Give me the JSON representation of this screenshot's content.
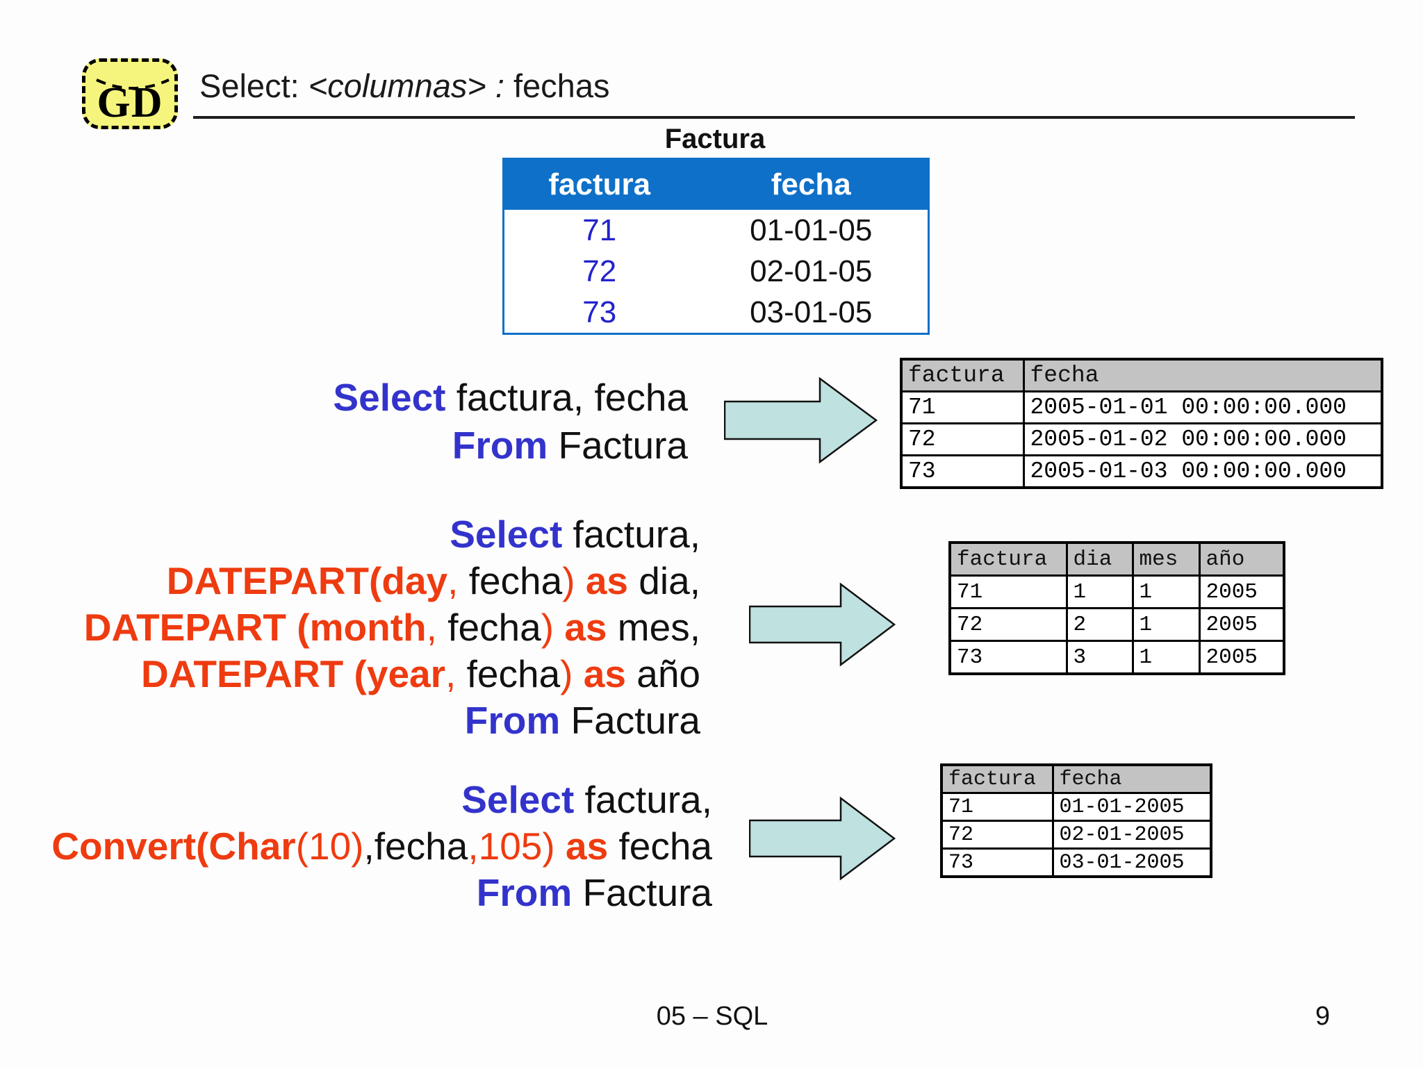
{
  "slide": {
    "logo_text": "GD",
    "title": {
      "prefix": "Select: ",
      "italic": "<columnas> :",
      "suffix": " fechas"
    }
  },
  "source_table": {
    "title": "Factura",
    "columns": [
      "factura",
      "fecha"
    ],
    "rows": [
      [
        "71",
        "01-01-05"
      ],
      [
        "72",
        "02-01-05"
      ],
      [
        "73",
        "03-01-05"
      ]
    ]
  },
  "examples": [
    {
      "sql": [
        [
          [
            "Select",
            "kb"
          ],
          [
            " factura, fecha",
            "pl"
          ]
        ],
        [
          [
            "From",
            "kb"
          ],
          [
            " Factura",
            "pl"
          ]
        ]
      ],
      "result": {
        "columns": [
          "factura",
          "fecha"
        ],
        "rows": [
          [
            "71",
            "2005-01-01 00:00:00.000"
          ],
          [
            "72",
            "2005-01-02 00:00:00.000"
          ],
          [
            "73",
            "2005-01-03 00:00:00.000"
          ]
        ]
      }
    },
    {
      "sql": [
        [
          [
            "Select",
            "kb"
          ],
          [
            " factura,",
            "pl"
          ]
        ],
        [
          [
            "DATEPART(",
            "kr"
          ],
          [
            "day",
            "kr"
          ],
          [
            ", ",
            "rr"
          ],
          [
            "fecha",
            "pl"
          ],
          [
            ") ",
            "rr"
          ],
          [
            "as",
            "kr"
          ],
          [
            " dia,",
            "pl"
          ]
        ],
        [
          [
            "DATEPART (",
            "kr"
          ],
          [
            "month",
            "kr"
          ],
          [
            ", ",
            "rr"
          ],
          [
            "fecha",
            "pl"
          ],
          [
            ") ",
            "rr"
          ],
          [
            "as",
            "kr"
          ],
          [
            " mes,",
            "pl"
          ]
        ],
        [
          [
            "DATEPART (",
            "kr"
          ],
          [
            "year",
            "kr"
          ],
          [
            ", ",
            "rr"
          ],
          [
            "fecha",
            "pl"
          ],
          [
            ") ",
            "rr"
          ],
          [
            "as",
            "kr"
          ],
          [
            " año",
            "pl"
          ]
        ],
        [
          [
            "From",
            "kb"
          ],
          [
            " Factura",
            "pl"
          ]
        ]
      ],
      "result": {
        "columns": [
          "factura",
          "dia",
          "mes",
          "año"
        ],
        "rows": [
          [
            "71",
            "1",
            "1",
            "2005"
          ],
          [
            "72",
            "2",
            "1",
            "2005"
          ],
          [
            "73",
            "3",
            "1",
            "2005"
          ]
        ]
      }
    },
    {
      "sql": [
        [
          [
            "Select",
            "kb"
          ],
          [
            " factura,",
            "pl"
          ]
        ],
        [
          [
            "Convert(",
            "kr"
          ],
          [
            "Char",
            "kr"
          ],
          [
            "(10)",
            "rr"
          ],
          [
            ",fecha",
            "pl"
          ],
          [
            ",105)",
            "rr"
          ],
          [
            " as",
            "kr"
          ],
          [
            " fecha",
            "pl"
          ]
        ],
        [
          [
            "From",
            "kb"
          ],
          [
            " Factura",
            "pl"
          ]
        ]
      ],
      "result": {
        "columns": [
          "factura",
          "fecha"
        ],
        "rows": [
          [
            "71",
            "01-01-2005"
          ],
          [
            "72",
            "02-01-2005"
          ],
          [
            "73",
            "03-01-2005"
          ]
        ]
      }
    }
  ],
  "footer": {
    "course": "05 – SQL",
    "page": "9"
  },
  "colors": {
    "header_blue": "#0e70c8",
    "keyword_blue": "#3333cc",
    "keyword_red": "#ee3b10",
    "arrow_fill": "#bfe1e0",
    "table_header_gray": "#c3c3c3",
    "logo_yellow": "#f5f57e"
  }
}
